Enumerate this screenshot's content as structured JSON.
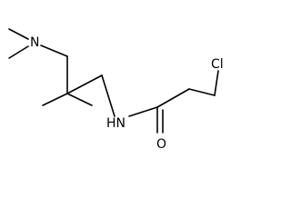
{
  "molecule": {
    "atoms": {
      "cl": "Cl",
      "n_amine": "N",
      "nh_amide": "HN",
      "o_carbonyl": "O"
    },
    "colors": {
      "bond": "#000000",
      "label": "#000000",
      "background": "#ffffff"
    }
  }
}
